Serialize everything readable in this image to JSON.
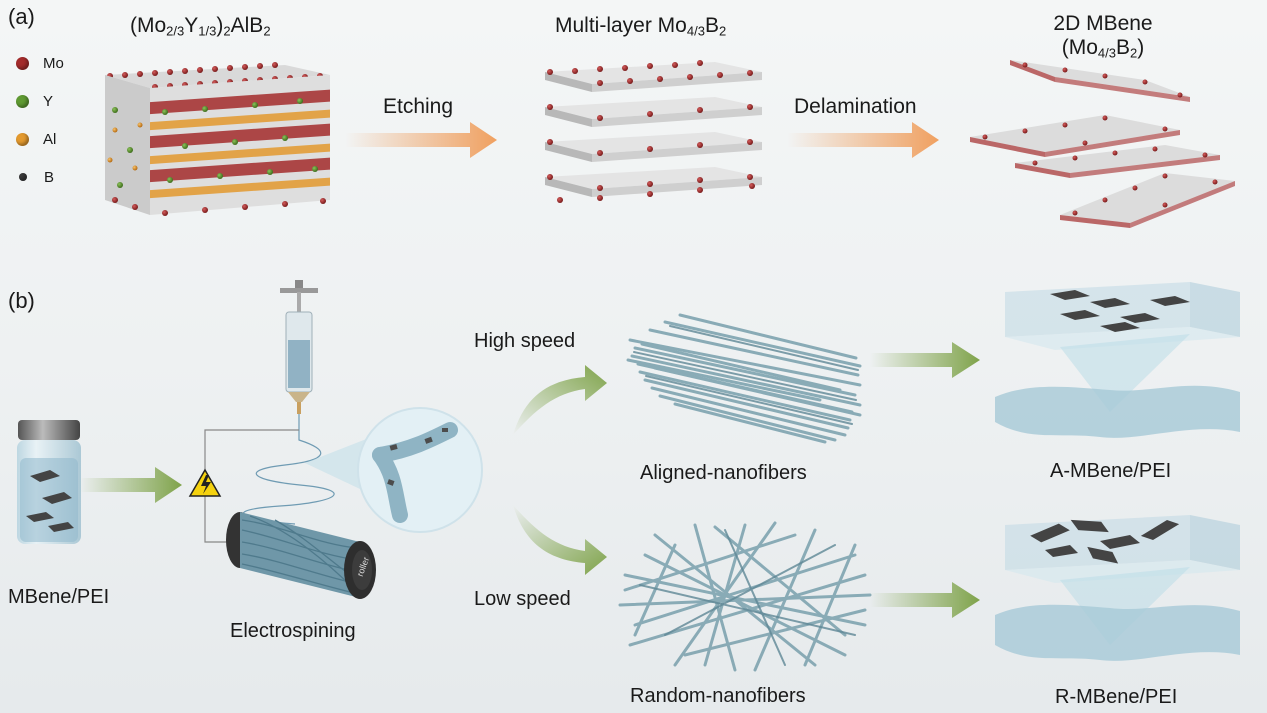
{
  "panel_a": {
    "letter": "(a)",
    "legend": [
      {
        "label": "Mo",
        "color": "#a32b2b"
      },
      {
        "label": "Y",
        "color": "#5f9a32"
      },
      {
        "label": "Al",
        "color": "#e3992e"
      },
      {
        "label": "B",
        "color": "#3a3a3a"
      }
    ],
    "stage1": {
      "title_parts": [
        "(Mo",
        "2/3",
        "Y",
        "1/3",
        ")",
        "2",
        "AlB",
        "2"
      ]
    },
    "arrow1": "Etching",
    "stage2": {
      "title_parts": [
        "Multi-layer Mo",
        "4/3",
        "B",
        "2"
      ]
    },
    "arrow2": "Delamination",
    "stage3": {
      "title_line1": "2D MBene",
      "title_parts": [
        "(Mo",
        "4/3",
        "B",
        "2",
        ")"
      ]
    }
  },
  "panel_b": {
    "letter": "(b)",
    "vial_label": "MBene/PEI",
    "device_label": "Electrospining",
    "roller_text": "roller",
    "high_speed": "High speed",
    "low_speed": "Low speed",
    "aligned": "Aligned-nanofibers",
    "random": "Random-nanofibers",
    "a_mbene": "A-MBene/PEI",
    "r_mbene": "R-MBene/PEI"
  },
  "colors": {
    "mo": "#a32b2b",
    "y": "#5f9a32",
    "al": "#e3992e",
    "b": "#3a3a3a",
    "orange_arrow": "#f0a060",
    "green_arrow": "#7fa34a",
    "fiber": "#7fa4b0"
  }
}
